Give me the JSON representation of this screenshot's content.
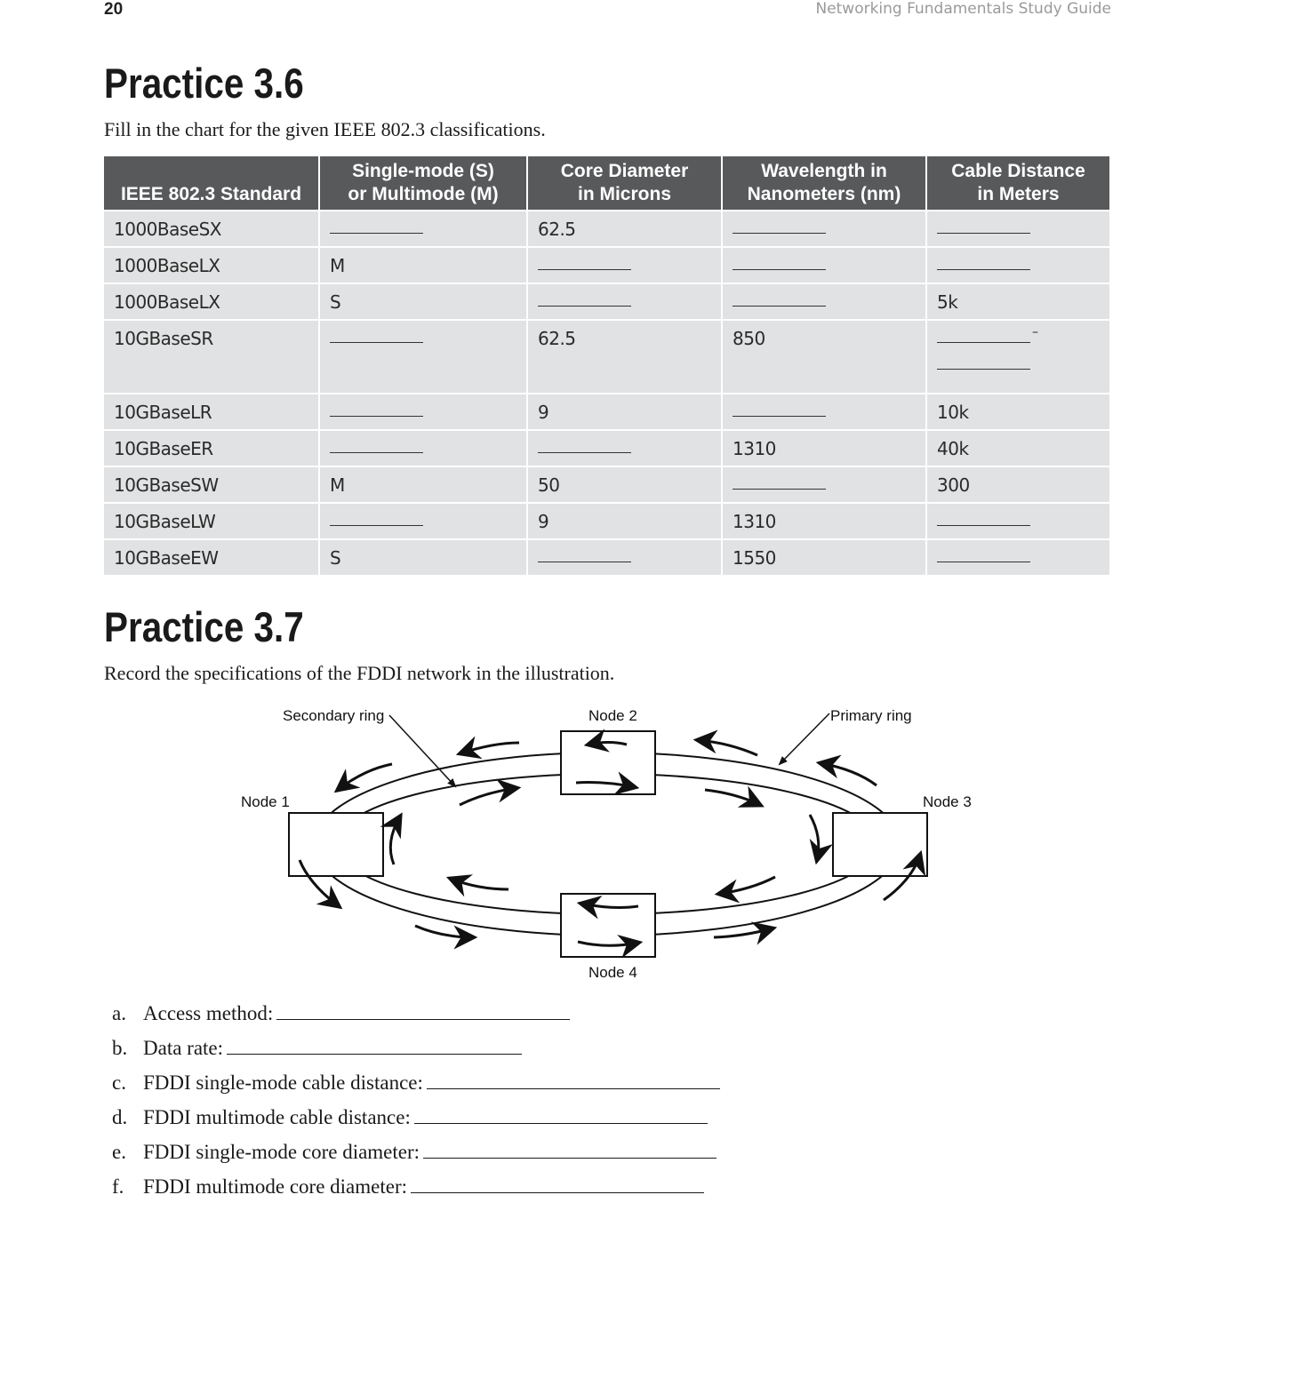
{
  "header": {
    "page_number": "20",
    "running_head": "Networking Fundamentals Study Guide"
  },
  "practice_36": {
    "title": "Practice 3.6",
    "instruction": "Fill in the chart for the given IEEE 802.3 classifications.",
    "columns": [
      [
        "IEEE 802.3 Standard"
      ],
      [
        "Single-mode (S)",
        "or Multimode (M)"
      ],
      [
        "Core Diameter",
        "in Microns"
      ],
      [
        "Wavelength in",
        "Nanometers (nm)"
      ],
      [
        "Cable Distance",
        "in Meters"
      ]
    ],
    "rows": [
      [
        "1000BaseSX",
        "",
        "62.5",
        "",
        ""
      ],
      [
        "1000BaseLX",
        "M",
        "",
        "",
        ""
      ],
      [
        "1000BaseLX",
        "S",
        "",
        "",
        "5k"
      ],
      [
        "10GBaseSR",
        "",
        "62.5",
        "850",
        "",
        "–"
      ],
      [
        "10GBaseLR",
        "",
        "9",
        "",
        "10k"
      ],
      [
        "10GBaseER",
        "",
        "",
        "1310",
        "40k"
      ],
      [
        "10GBaseSW",
        "M",
        "50",
        "",
        "300"
      ],
      [
        "10GBaseLW",
        "",
        "9",
        "1310",
        ""
      ],
      [
        "10GBaseEW",
        "S",
        "",
        "1550",
        ""
      ]
    ]
  },
  "practice_37": {
    "title": "Practice 3.7",
    "instruction": "Record the specifications of the FDDI network in the illustration.",
    "diagram": {
      "secondary_ring_label": "Secondary ring",
      "primary_ring_label": "Primary ring",
      "node1_label": "Node 1",
      "node2_label": "Node 2",
      "node3_label": "Node 3",
      "node4_label": "Node 4"
    },
    "questions": [
      {
        "letter": "a.",
        "text": "Access method:"
      },
      {
        "letter": "b.",
        "text": "Data rate:"
      },
      {
        "letter": "c.",
        "text": "FDDI single-mode cable distance:"
      },
      {
        "letter": "d.",
        "text": "FDDI multimode cable distance:"
      },
      {
        "letter": "e.",
        "text": "FDDI single-mode core diameter:"
      },
      {
        "letter": "f.",
        "text": "FDDI multimode core diameter:"
      }
    ]
  }
}
